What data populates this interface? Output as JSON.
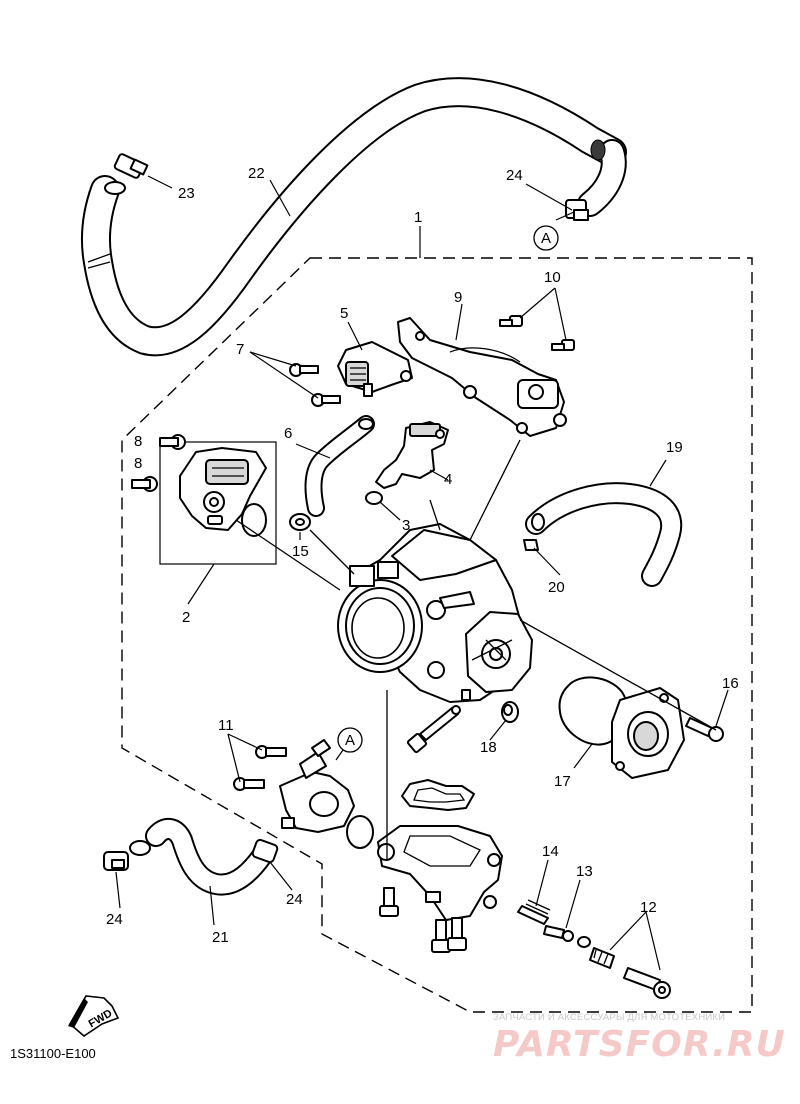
{
  "diagram": {
    "callouts": {
      "c1": "1",
      "c2": "2",
      "c3": "3",
      "c4": "4",
      "c5": "5",
      "c6": "6",
      "c7": "7",
      "c8": "8",
      "c9": "9",
      "c10": "10",
      "c11": "11",
      "c12": "12",
      "c13": "13",
      "c14": "14",
      "c15": "15",
      "c16": "16",
      "c17": "17",
      "c18": "18",
      "c19": "19",
      "c20": "20",
      "c21": "21",
      "c22": "22",
      "c23": "23",
      "c24a": "24",
      "c24b": "24",
      "c24c": "24"
    },
    "connector_marks": {
      "top": "A",
      "bottom": "A"
    },
    "direction_arrow": "FWD",
    "figure_code": "1S31100-E100"
  },
  "watermark": {
    "caption": "ЗАПЧАСТИ И АКСЕССУАРЫ ДЛЯ МОТОТЕХНИКИ",
    "logo": "PARTSFOR.RU"
  }
}
